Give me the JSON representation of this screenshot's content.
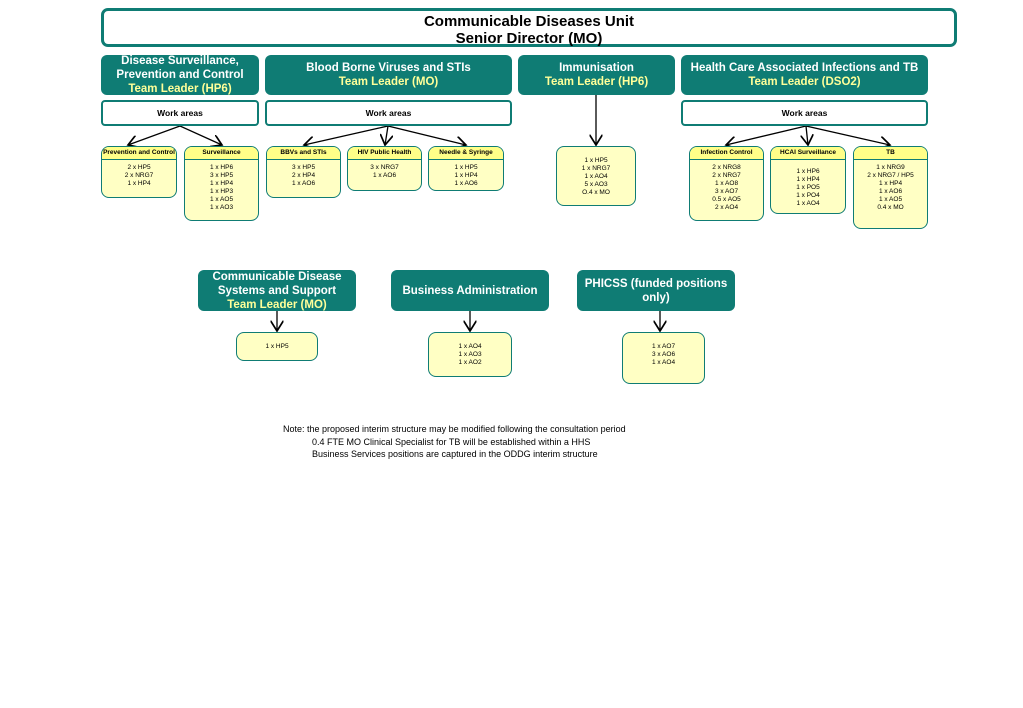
{
  "header": {
    "line1": "Communicable Diseases Unit",
    "line2": "Senior Director (MO)"
  },
  "teams": [
    {
      "name": "Disease Surveillance, Prevention and Control",
      "leader": "Team Leader (HP6)"
    },
    {
      "name": "Blood Borne Viruses and STIs",
      "leader": "Team Leader (MO)"
    },
    {
      "name": "Immunisation",
      "leader": "Team Leader (HP6)"
    },
    {
      "name": "Health Care Associated Infections and TB",
      "leader": "Team Leader (DSO2)"
    },
    {
      "name": "Communicable Disease Systems and Support",
      "leader": "Team Leader (MO)"
    },
    {
      "name": "Business Administration",
      "leader": ""
    },
    {
      "name": "PHICSS (funded positions only)",
      "leader": ""
    }
  ],
  "work_areas_label": "Work areas",
  "units": [
    {
      "title": "Prevention and Control",
      "positions": [
        "2 x HP5",
        "2 x NRG7",
        "1 x HP4"
      ]
    },
    {
      "title": "Surveillance",
      "positions": [
        "1 x HP6",
        "3 x HP5",
        "1 x HP4",
        "1 x HP3",
        "1 x AO5",
        "1 x AO3"
      ]
    },
    {
      "title": "BBVs and STIs",
      "positions": [
        "3 x HP5",
        "2 x HP4",
        "1 x AO6"
      ]
    },
    {
      "title": "HIV Public Health",
      "positions": [
        "3 x NRG7",
        "1 x AO6"
      ]
    },
    {
      "title": "Needle & Syringe",
      "positions": [
        "1 x HP5",
        "1 x HP4",
        "1 x AO6"
      ]
    },
    {
      "title": "",
      "positions": [
        "1 x HP5",
        "1 x NRG7",
        "1 x AO4",
        "5 x AO3",
        "O.4 x MO"
      ]
    },
    {
      "title": "Infection Control",
      "positions": [
        "2 x NRG8",
        "2 x NRG7",
        "1 x AO8",
        "3 x AO7",
        "0.5 x AO5",
        "2 x AO4"
      ]
    },
    {
      "title": "HCAI Surveillance",
      "positions": [
        "1 x HP6",
        "1 x HP4",
        "1 x PO5",
        "1 x PO4",
        "1 x AO4"
      ]
    },
    {
      "title": "TB",
      "positions": [
        "1 x NRG9",
        "2 x NRG7 / HP5",
        "1 x HP4",
        "1 x AO6",
        "1 x AO5",
        "0.4 x MO"
      ]
    },
    {
      "title": "",
      "positions": [
        "1 x HP5"
      ]
    },
    {
      "title": "",
      "positions": [
        "1 x AO4",
        "1 x AO3",
        "1 x AO2"
      ]
    },
    {
      "title": "",
      "positions": [
        "1 x AO7",
        "3 x AO6",
        "1 x AO4"
      ]
    }
  ],
  "notes": [
    "Note: the proposed interim structure may be modified following the consultation period",
    "0.4 FTE MO Clinical Specialist for TB will be established within a HHS",
    "Business Services positions are captured in the ODDG interim structure"
  ],
  "colors": {
    "teal": "#0f7c74",
    "leader_text": "#ffff99",
    "unit_fill": "#ffffc4"
  }
}
